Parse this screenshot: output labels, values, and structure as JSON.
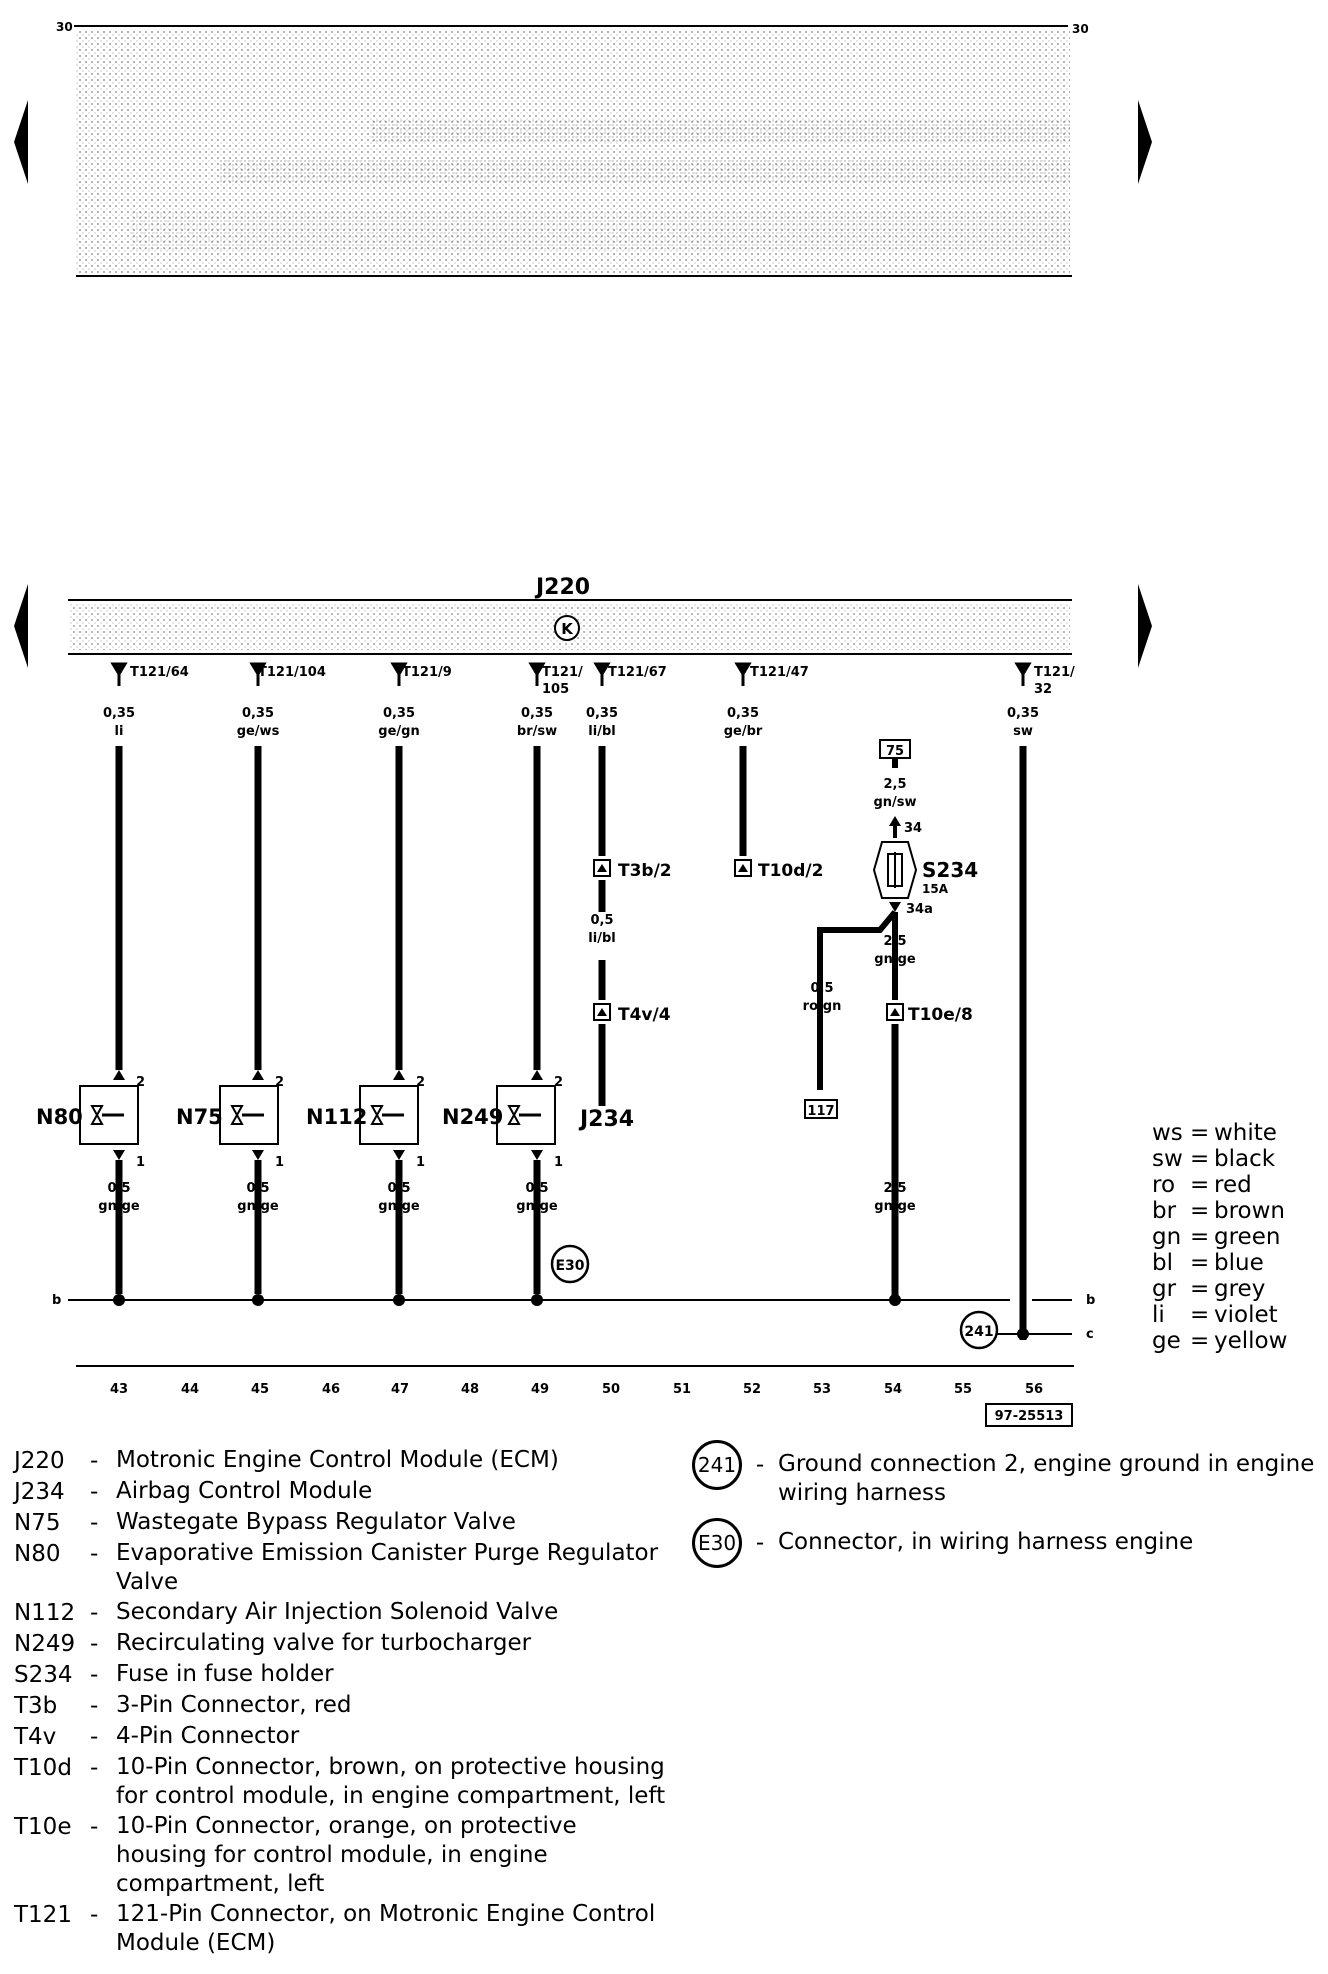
{
  "top": {
    "label_left": "30",
    "label_right": "30"
  },
  "module": {
    "name": "J220",
    "symbol": "K"
  },
  "connections": [
    {
      "pin": "T121/64",
      "size": "0,35",
      "color": "li"
    },
    {
      "pin": "T121/104",
      "size": "0,35",
      "color": "ge/ws"
    },
    {
      "pin": "T121/9",
      "size": "0,35",
      "color": "ge/gn"
    },
    {
      "pin_a": "T121/",
      "pin_b": "105",
      "size": "0,35",
      "color": "br/sw"
    },
    {
      "pin": "T121/67",
      "size": "0,35",
      "color": "li/bl"
    },
    {
      "pin": "T121/47",
      "size": "0,35",
      "color": "ge/br"
    },
    {
      "pin_a": "T121/",
      "pin_b": "32",
      "size": "0,35",
      "color": "sw"
    }
  ],
  "valves": [
    {
      "name": "N80",
      "pin_top": "2",
      "pin_bottom": "1",
      "size": "0,5",
      "color": "gn/ge"
    },
    {
      "name": "N75",
      "pin_top": "2",
      "pin_bottom": "1",
      "size": "0,5",
      "color": "gn/ge"
    },
    {
      "name": "N112",
      "pin_top": "2",
      "pin_bottom": "1",
      "size": "0,5",
      "color": "gn/ge"
    },
    {
      "name": "N249",
      "pin_top": "2",
      "pin_bottom": "1",
      "size": "0,5",
      "color": "gn/ge"
    }
  ],
  "airbag": {
    "t3b": "T3b/2",
    "mid_size": "0,5",
    "mid_color": "li/bl",
    "t4v": "T4v/4",
    "name": "J234"
  },
  "t10d": "T10d/2",
  "fuse": {
    "ref": "75",
    "top_size": "2,5",
    "top_color": "gn/sw",
    "pin_top": "34",
    "name": "S234",
    "rating": "15A",
    "pin_bottom": "34a",
    "bottom_size": "2,5",
    "bottom_color": "gn/ge",
    "branch_size": "0,5",
    "branch_color": "ro/gn",
    "branch_ref": "117",
    "t10e": "T10e/8",
    "low_size": "2,5",
    "low_color": "gn/ge"
  },
  "ground_connector": "E30",
  "ground_point": "241",
  "bus_labels": {
    "b": "b",
    "c": "c"
  },
  "columns": [
    "43",
    "44",
    "45",
    "46",
    "47",
    "48",
    "49",
    "50",
    "51",
    "52",
    "53",
    "54",
    "55",
    "56"
  ],
  "ref_code": "97-25513",
  "color_legend": [
    {
      "abbr": "ws",
      "eq": "=",
      "name": "white"
    },
    {
      "abbr": "sw",
      "eq": "=",
      "name": "black"
    },
    {
      "abbr": "ro",
      "eq": "=",
      "name": "red"
    },
    {
      "abbr": "br",
      "eq": "=",
      "name": "brown"
    },
    {
      "abbr": "gn",
      "eq": "=",
      "name": "green"
    },
    {
      "abbr": "bl",
      "eq": "=",
      "name": "blue"
    },
    {
      "abbr": "gr",
      "eq": "=",
      "name": "grey"
    },
    {
      "abbr": "li",
      "eq": "=",
      "name": "violet"
    },
    {
      "abbr": "ge",
      "eq": "=",
      "name": "yellow"
    }
  ],
  "legend": [
    {
      "code": "J220",
      "dash": "-",
      "desc": "Motronic Engine Control Module (ECM)"
    },
    {
      "code": "J234",
      "dash": "-",
      "desc": "Airbag Control Module"
    },
    {
      "code": "N75",
      "dash": "-",
      "desc": "Wastegate Bypass Regulator Valve"
    },
    {
      "code": "N80",
      "dash": "-",
      "desc": "Evaporative Emission Canister Purge Regulator Valve"
    },
    {
      "code": "N112",
      "dash": "-",
      "desc": "Secondary Air Injection Solenoid Valve"
    },
    {
      "code": "N249",
      "dash": "-",
      "desc": "Recirculating valve for turbocharger"
    },
    {
      "code": "S234",
      "dash": "-",
      "desc": "Fuse in fuse holder"
    },
    {
      "code": "T3b",
      "dash": "-",
      "desc": "3-Pin Connector, red"
    },
    {
      "code": "T4v",
      "dash": "-",
      "desc": "4-Pin Connector"
    },
    {
      "code": "T10d",
      "dash": "-",
      "desc": "10-Pin Connector, brown, on protective housing for control module, in engine compartment, left"
    },
    {
      "code": "T10e",
      "dash": "-",
      "desc": "10-Pin Connector, orange, on protective housing for control module, in engine compartment, left"
    },
    {
      "code": "T121",
      "dash": "-",
      "desc": "121-Pin Connector, on Motronic Engine Control Module (ECM)"
    }
  ],
  "legend_symbols": [
    {
      "sym": "241",
      "dash": "-",
      "desc": "Ground connection 2, engine ground in engine wiring harness"
    },
    {
      "sym": "E30",
      "dash": "-",
      "desc": "Connector, in wiring harness engine"
    }
  ]
}
